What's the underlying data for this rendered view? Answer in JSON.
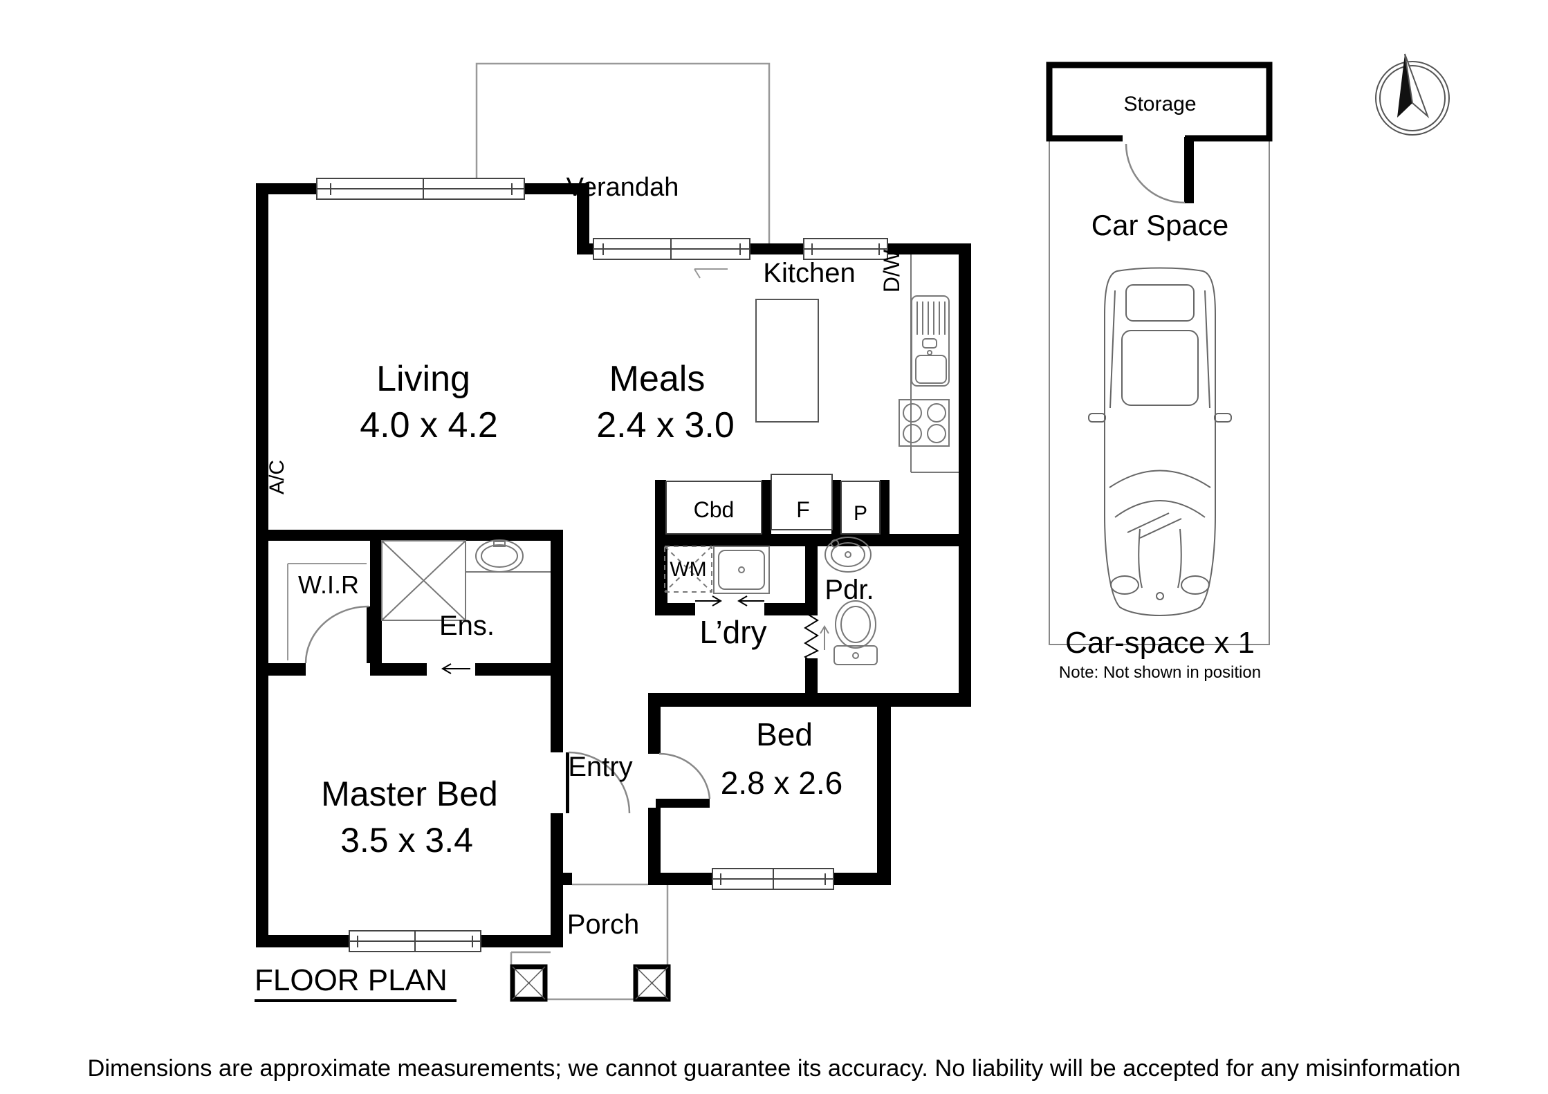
{
  "page": {
    "background": "#ffffff"
  },
  "colors": {
    "walls": "#000000",
    "text": "#000000",
    "window_lines": "#444444",
    "fixture_lines": "#777777",
    "light_lines": "#999999"
  },
  "floor_plan": {
    "title": "FLOOR PLAN",
    "rooms": {
      "verandah": {
        "name": "Verandah"
      },
      "living": {
        "name": "Living",
        "dims": "4.0 x 4.2"
      },
      "meals": {
        "name": "Meals",
        "dims": "2.4 x 3.0"
      },
      "kitchen": {
        "name": "Kitchen"
      },
      "laundry": {
        "name": "L’dry"
      },
      "powder": {
        "name": "Pdr."
      },
      "ensuite": {
        "name": "Ens."
      },
      "wir": {
        "name": "W.I.R"
      },
      "master_bed": {
        "name": "Master Bed",
        "dims": "3.5 x 3.4"
      },
      "bed": {
        "name": "Bed",
        "dims": "2.8 x 2.6"
      },
      "entry": {
        "name": "Entry"
      },
      "porch": {
        "name": "Porch"
      }
    },
    "fixtures": {
      "ac": "A/C",
      "dishwasher": "D/W",
      "cupboard": "Cbd",
      "fridge": "F",
      "pantry": "P",
      "washing_machine": "WM"
    }
  },
  "car_area": {
    "storage": "Storage",
    "title": "Car Space",
    "count": "Car-space x 1",
    "note": "Note: Not shown in position"
  },
  "footer": {
    "disclaimer": "Dimensions are approximate measurements; we cannot guarantee its accuracy. No liability will be accepted for any misinformation"
  }
}
